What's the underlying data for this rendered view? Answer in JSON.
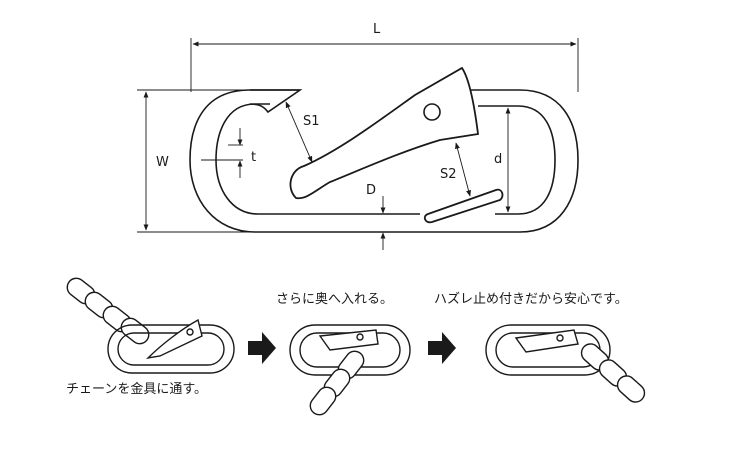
{
  "dimension_labels": {
    "length": "L",
    "width": "W",
    "opening_1": "S1",
    "opening_2": "S2",
    "thickness": "t",
    "wire_diameter": "D",
    "inner_width": "d"
  },
  "steps": [
    {
      "caption": "チェーンを金具に通す。"
    },
    {
      "caption": "さらに奥へ入れる。"
    },
    {
      "caption": "ハズレ止め付きだから安心です。"
    }
  ],
  "colors": {
    "line": "#1a1a1a",
    "arrow": "#1a1a1a",
    "background": "#ffffff"
  },
  "icons": {
    "step_arrow": "right-arrow-icon"
  }
}
